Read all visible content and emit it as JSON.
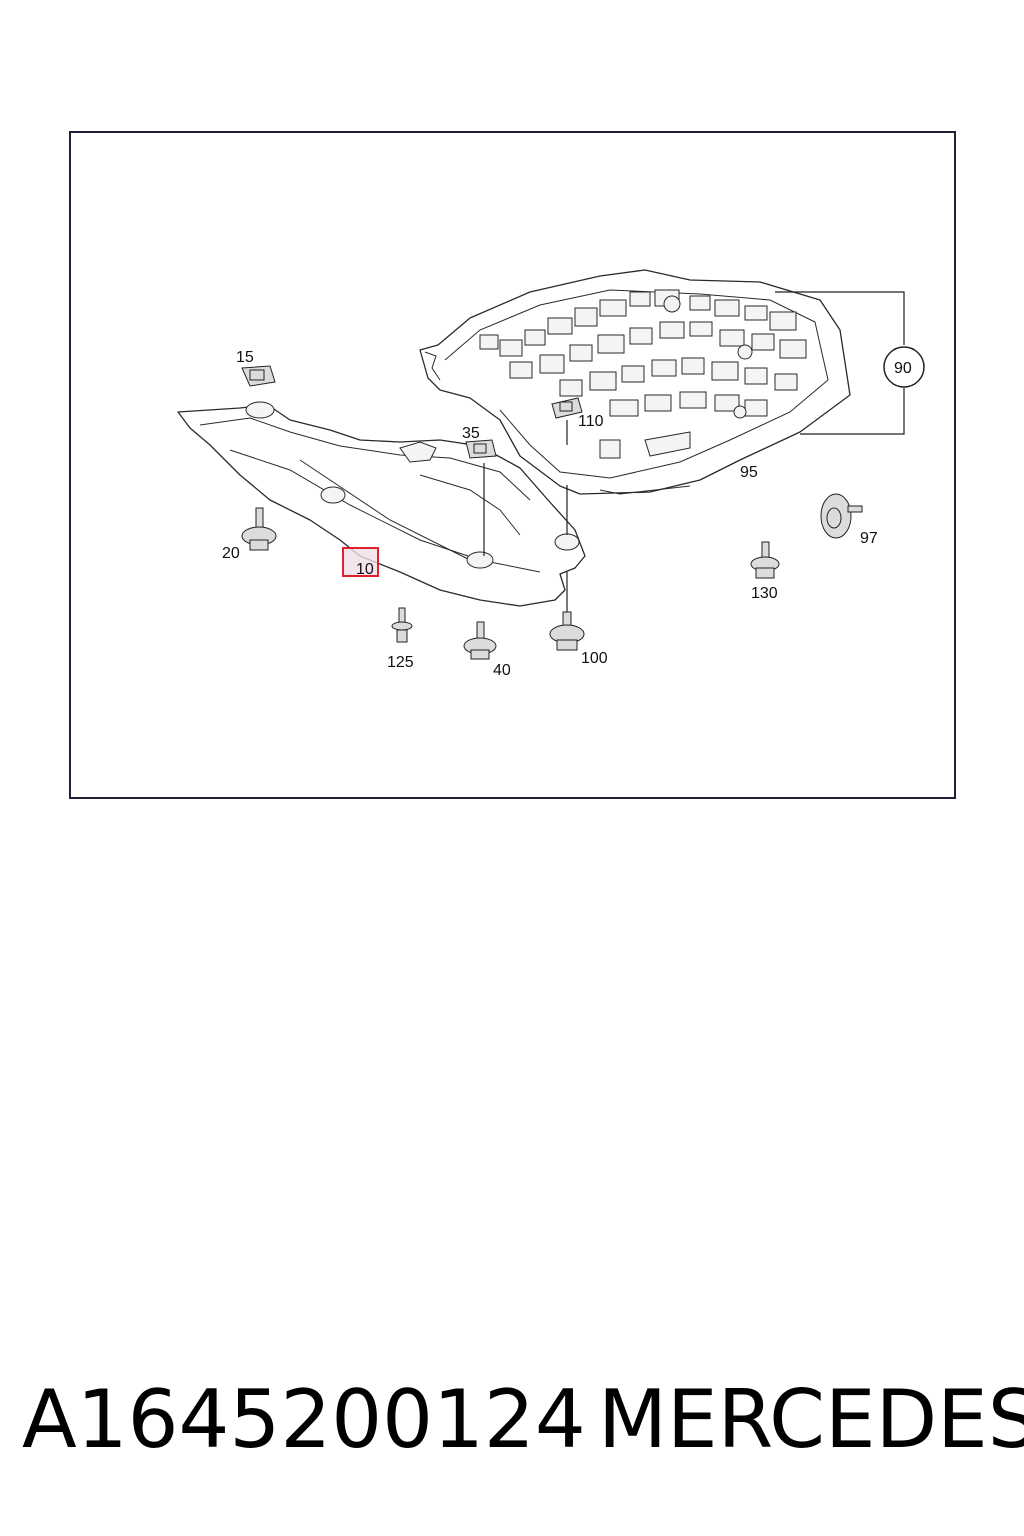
{
  "diagram": {
    "callouts": {
      "c15": "15",
      "c35": "35",
      "c110": "110",
      "c95": "95",
      "c90": "90",
      "c20": "20",
      "c10": "10",
      "c97": "97",
      "c130": "130",
      "c125": "125",
      "c40": "40",
      "c100": "100"
    },
    "highlighted_callout": "10",
    "highlight_color": "#e0202a",
    "frame_color": "#1f1f3a"
  },
  "footer": {
    "part_number": "A1645200124",
    "brand": "MERCEDES"
  }
}
